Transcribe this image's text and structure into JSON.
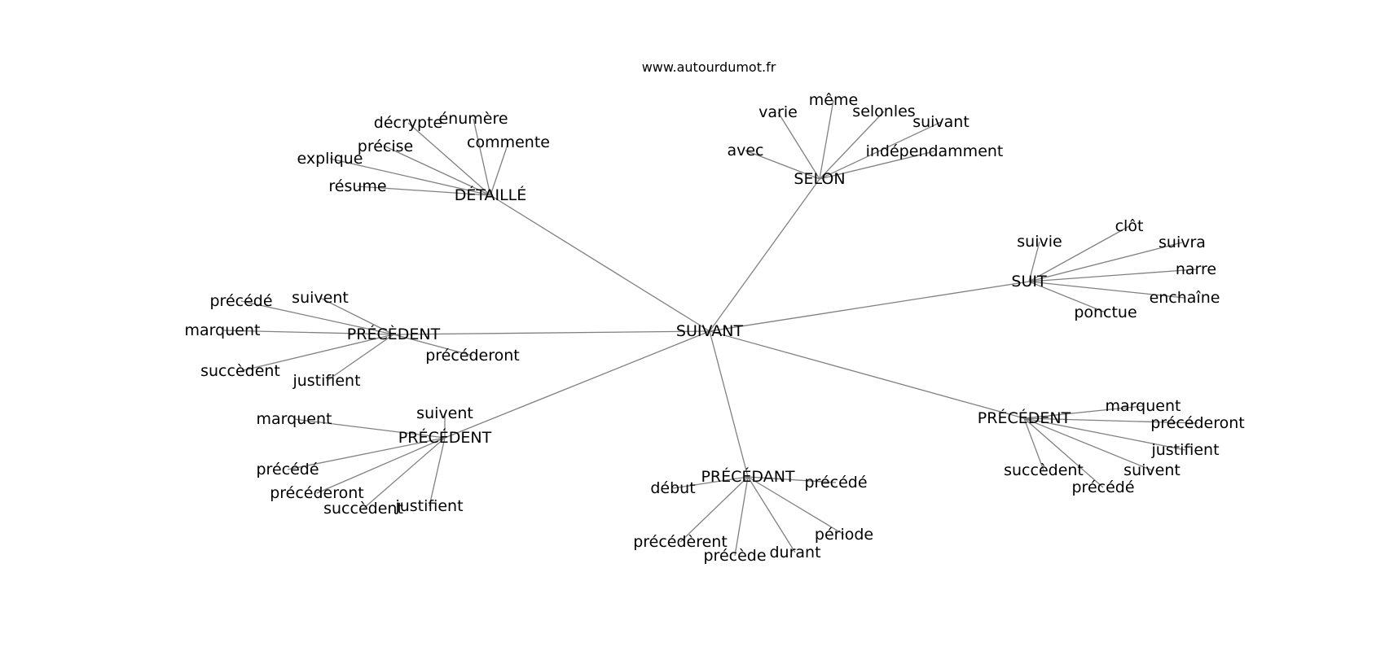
{
  "watermark": "www.autourdumot.fr",
  "diagram": {
    "center": "SUIVANT",
    "hubs": [
      {
        "id": "detaille",
        "label": "DÉTAILLÉ",
        "leaves": [
          "décrypte",
          "énumère",
          "commente",
          "précise",
          "explique",
          "résume"
        ]
      },
      {
        "id": "selon",
        "label": "SELON",
        "leaves": [
          "varie",
          "même",
          "selonles",
          "suivant",
          "avec",
          "indépendamment"
        ]
      },
      {
        "id": "suit",
        "label": "SUIT",
        "leaves": [
          "suivie",
          "clôt",
          "suivra",
          "narre",
          "enchaîne",
          "ponctue"
        ]
      },
      {
        "id": "precedent-grave",
        "label": "PRÉCÈDENT",
        "leaves": [
          "précédé",
          "suivent",
          "marquent",
          "précéderont",
          "succèdent",
          "justifient"
        ]
      },
      {
        "id": "precedent-left",
        "label": "PRÉCÉDENT",
        "leaves": [
          "suivent",
          "marquent",
          "précédé",
          "précéderont",
          "succèdent",
          "justifient"
        ]
      },
      {
        "id": "precedant",
        "label": "PRÉCÉDANT",
        "leaves": [
          "début",
          "précédé",
          "période",
          "précédèrent",
          "précède",
          "durant"
        ]
      },
      {
        "id": "precedent-right",
        "label": "PRÉCÉDENT",
        "leaves": [
          "marquent",
          "précéderont",
          "justifient",
          "succèdent",
          "suivent",
          "précédé"
        ]
      }
    ]
  }
}
